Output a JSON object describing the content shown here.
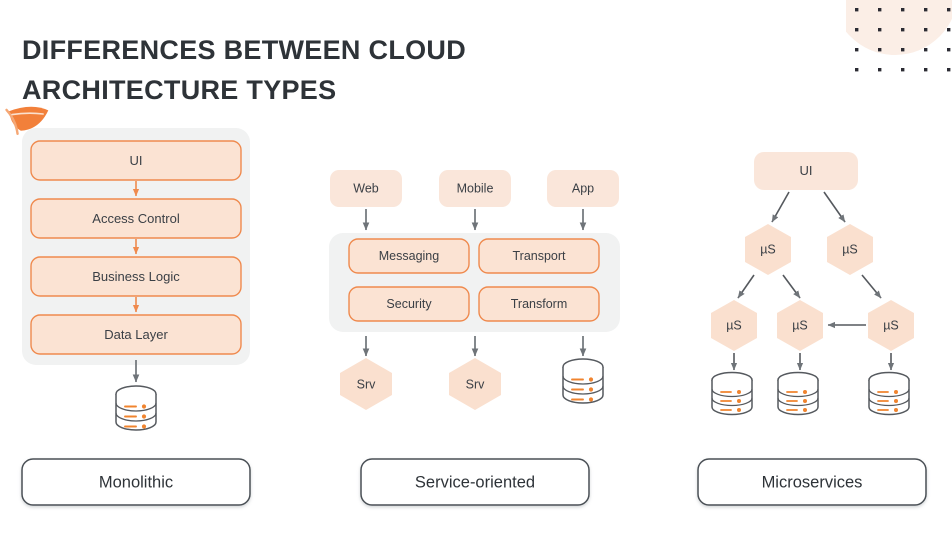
{
  "page": {
    "title_line1": "DIFFERENCES BETWEEN CLOUD",
    "title_line2": "ARCHITECTURE TYPES",
    "background": "#ffffff",
    "title_color": "#2e3338"
  },
  "palette": {
    "box_fill": "#fbe3d3",
    "box_border": "#ef8a4e",
    "soft_fill": "#fae6da",
    "panel_bg": "#f1f2f2",
    "arrow_orange": "#ef8a4e",
    "arrow_gray": "#6f7479",
    "db_stroke": "#55595e",
    "db_accent": "#f0842f",
    "label_border": "#4a4f55",
    "label_fill": "#ffffff",
    "decor_dot": "#2b2b33",
    "decor_circle": "#fbeee6",
    "leaf": "#f2803a"
  },
  "decor": {
    "dot_grid": {
      "name": "dot-grid",
      "columns": 5,
      "rows": 4
    },
    "circle": {
      "name": "peach-circle"
    },
    "leaf": {
      "name": "orange-leaf"
    }
  },
  "columns": [
    {
      "id": "monolithic",
      "caption": "Monolithic",
      "panel": true,
      "layers": [
        {
          "label": "UI"
        },
        {
          "label": "Access Control"
        },
        {
          "label": "Business Logic"
        },
        {
          "label": "Data Layer"
        }
      ],
      "databases": 1
    },
    {
      "id": "service-oriented",
      "caption": "Service-oriented",
      "panel": true,
      "clients": [
        {
          "label": "Web"
        },
        {
          "label": "Mobile"
        },
        {
          "label": "App"
        }
      ],
      "bus": [
        {
          "label": "Messaging"
        },
        {
          "label": "Transport"
        },
        {
          "label": "Security"
        },
        {
          "label": "Transform"
        }
      ],
      "services": [
        {
          "label": "Srv"
        },
        {
          "label": "Srv"
        }
      ],
      "databases": 1
    },
    {
      "id": "microservices",
      "caption": "Microservices",
      "panel": false,
      "root": {
        "label": "UI"
      },
      "tier1": [
        {
          "label": "µS"
        },
        {
          "label": "µS"
        }
      ],
      "tier2": [
        {
          "label": "µS"
        },
        {
          "label": "µS"
        },
        {
          "label": "µS"
        }
      ],
      "databases": 3
    }
  ]
}
